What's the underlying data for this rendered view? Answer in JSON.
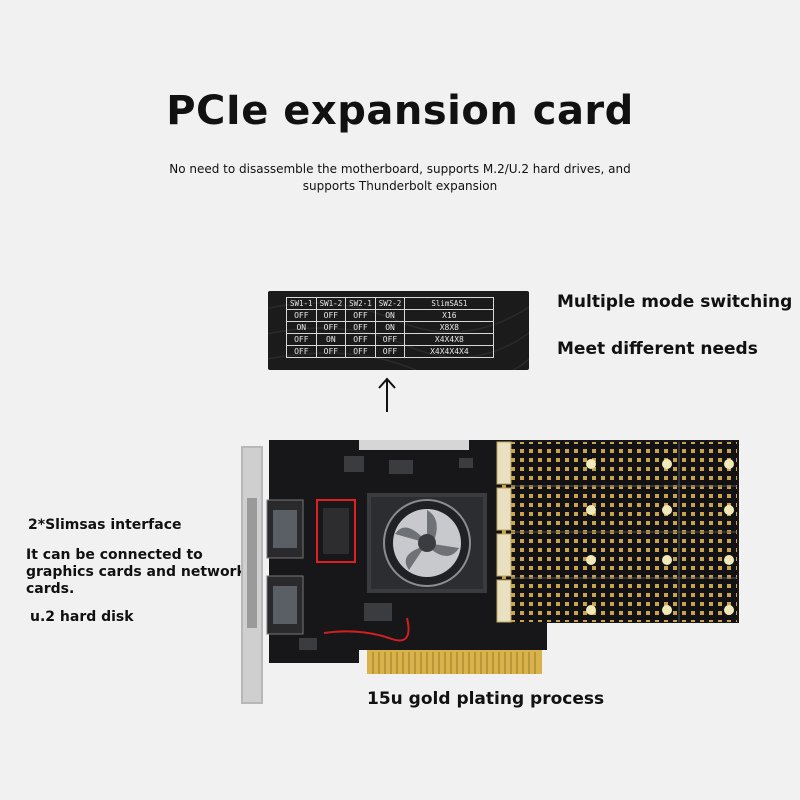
{
  "header": {
    "title": "PCIe expansion card",
    "subtitle_line1": "No need to disassemble the motherboard, supports M.2/U.2 hard drives, and",
    "subtitle_line2": "supports Thunderbolt expansion"
  },
  "switch_table": {
    "headers": [
      "SW1-1",
      "SW1-2",
      "SW2-1",
      "SW2-2",
      "SlimSAS1"
    ],
    "rows": [
      [
        "OFF",
        "OFF",
        "OFF",
        "ON",
        "X16"
      ],
      [
        "ON",
        "OFF",
        "OFF",
        "ON",
        "X8X8"
      ],
      [
        "OFF",
        "ON",
        "OFF",
        "OFF",
        "X4X4X8"
      ],
      [
        "OFF",
        "OFF",
        "OFF",
        "OFF",
        "X4X4X4X4"
      ]
    ]
  },
  "callouts": {
    "mode_switching": "Multiple mode switching",
    "different_needs": "Meet different needs",
    "slimsas": "2*Slimsas interface",
    "connect_line1": "It can be connected to",
    "connect_line2": "graphics cards and network",
    "connect_line3": "cards.",
    "u2": "u.2 hard disk",
    "gold": "15u gold plating process"
  },
  "colors": {
    "background": "#f1f1f1",
    "pcb": "#17171a",
    "gold": "#d8b24a",
    "highlight_box": "#e02020"
  },
  "icons": {
    "arrow": "up-arrow-icon"
  }
}
